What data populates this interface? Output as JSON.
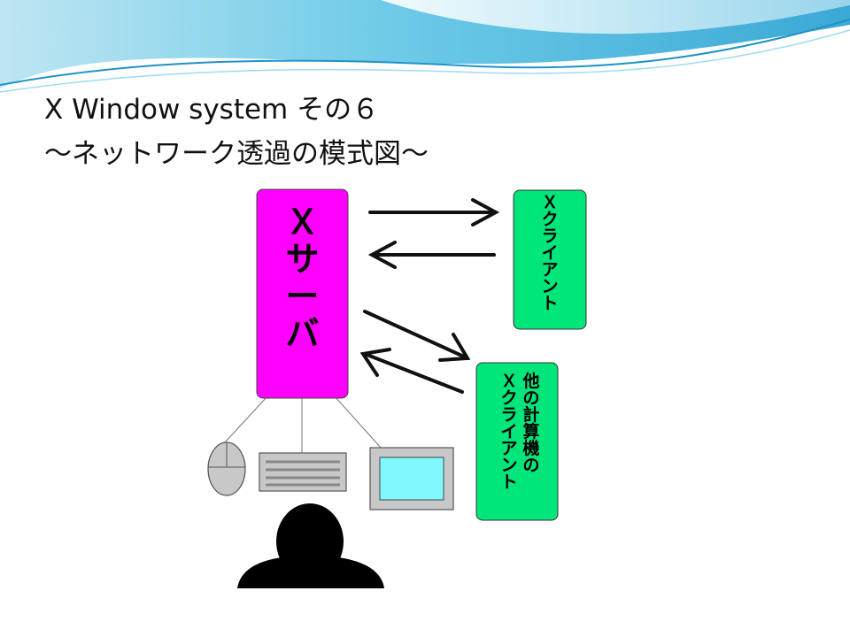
{
  "slide": {
    "title_line1": "X Window system  その６",
    "title_line2": "～ネットワーク透過の模式図～"
  },
  "diagram": {
    "server": {
      "label": [
        "Ｘ",
        "サ",
        "ー",
        "バ"
      ],
      "color": "#ff00ff"
    },
    "client_local": {
      "label": [
        "Ｘ",
        "ク",
        "ラ",
        "イ",
        "ア",
        "ン",
        "ト"
      ],
      "color": "#00e67a"
    },
    "client_remote": {
      "label_right": [
        "他",
        "の",
        "計",
        "算",
        "機",
        "の"
      ],
      "label_left": [
        "Ｘ",
        "ク",
        "ラ",
        "イ",
        "ア",
        "ン",
        "ト"
      ],
      "color": "#00e67a"
    },
    "devices": [
      "mouse-icon",
      "keyboard-icon",
      "monitor-icon",
      "user-silhouette-icon"
    ],
    "colors": {
      "monitor_screen": "#7ff8ff",
      "device_gray": "#c8c8c8",
      "wave_blue": "#3fb8e0"
    }
  }
}
